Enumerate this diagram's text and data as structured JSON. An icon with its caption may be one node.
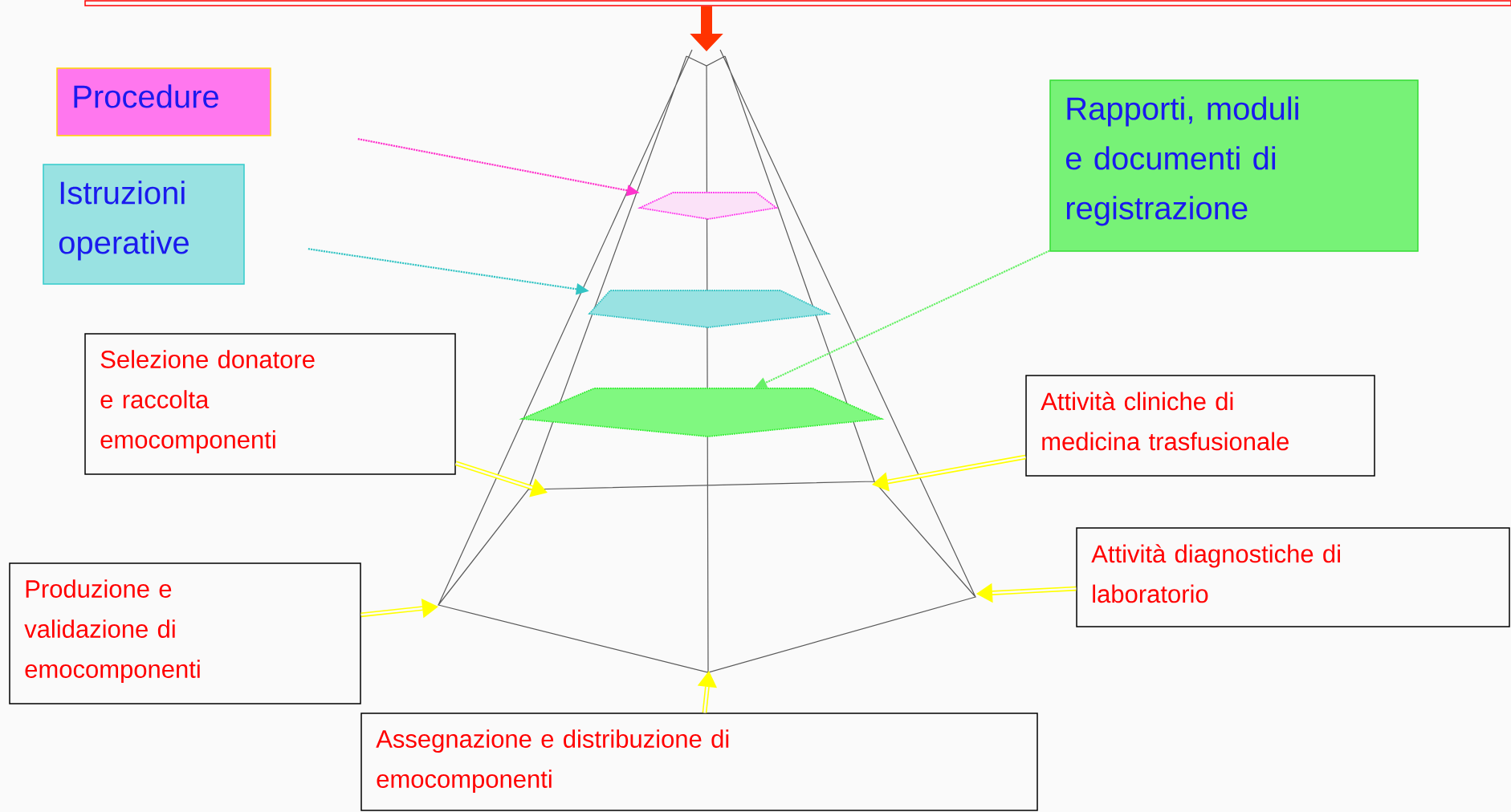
{
  "diagram": {
    "nodes": [
      {
        "text": [],
        "shape": "box"
      },
      {
        "text": [
          "Procedure"
        ]
      },
      {
        "text": [
          "Istruzioni operative"
        ]
      },
      {
        "text": [
          "Rapporti, moduli e documenti di registrazione"
        ]
      },
      {
        "text": [],
        "shape": "hexagon"
      },
      {
        "text": [],
        "shape": "hexagon"
      },
      {
        "text": [],
        "shape": "hexagon"
      },
      {
        "text": [
          "Selezione donatore e raccolta emocomponenti"
        ]
      },
      {
        "text": [
          "Attività cliniche di medicina trasfusionale"
        ]
      },
      {
        "text": [
          "Produzione e validazione di emocomponenti"
        ]
      },
      {
        "text": [
          "Attività diagnostiche di laboratorio"
        ]
      },
      {
        "text": [
          "Assegnazione e distribuzione di emocomponenti"
        ]
      }
    ],
    "edges": [
      {
        "from": 0,
        "to": null,
        "arrow": "to",
        "style": "thick",
        "color": "#ff3300"
      },
      {
        "from": 1,
        "to": 4,
        "arrow": "to",
        "style": "dashed",
        "color": "#ff33cc"
      },
      {
        "from": 2,
        "to": 5,
        "arrow": "to",
        "style": "dashed",
        "color": "#33c4c4"
      },
      {
        "from": 3,
        "to": 6,
        "arrow": "to",
        "style": "dashed",
        "color": "#66f066"
      },
      {
        "from": 7,
        "to": null,
        "arrow": "to"
      },
      {
        "from": 8,
        "to": null,
        "arrow": "to"
      },
      {
        "from": 9,
        "to": null,
        "arrow": "to"
      },
      {
        "from": 10,
        "to": null,
        "arrow": "to"
      },
      {
        "from": 11,
        "to": null,
        "arrow": "to"
      }
    ]
  }
}
